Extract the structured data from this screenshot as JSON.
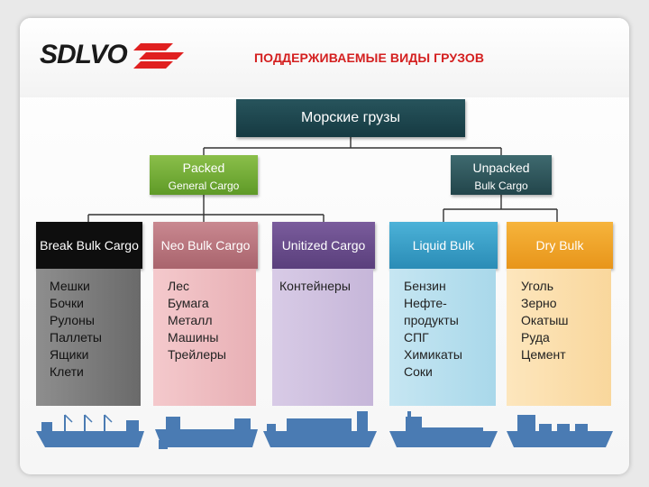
{
  "header": {
    "logo_text": "SDLVO",
    "title": "ПОДДЕРЖИВАЕМЫЕ ВИДЫ ГРУЗОВ"
  },
  "root": {
    "label": "Морские грузы"
  },
  "packed": {
    "label": "Packed",
    "sublabel": "General Cargo"
  },
  "unpacked": {
    "label": "Unpacked",
    "sublabel": "Bulk Cargo"
  },
  "columns": [
    {
      "title": "Break Bulk Cargo",
      "items": [
        "Мешки",
        "Бочки",
        "Рулоны",
        "Паллеты",
        "Ящики",
        "Клети"
      ]
    },
    {
      "title": "Neo Bulk Cargo",
      "items": [
        "Лес",
        "Бумага",
        "Металл",
        "Машины",
        "Трейлеры"
      ]
    },
    {
      "title": "Unitized Cargo",
      "items": [
        "Контейнеры"
      ]
    },
    {
      "title": "Liquid Bulk",
      "items": [
        "Бензин",
        "Нефте-",
        "продукты",
        "СПГ",
        "Химикаты",
        "Соки"
      ]
    },
    {
      "title": "Dry Bulk",
      "items": [
        "Уголь",
        "Зерно",
        "Окатыш",
        "Руда",
        "Цемент"
      ]
    }
  ],
  "colors": {
    "title_red": "#d42020",
    "root": "#1f4a52",
    "packed": "#76ad38",
    "unpacked": "#2f575d",
    "col_black": "#111111",
    "col_pink": "#c07c84",
    "col_purple": "#6a4d8e",
    "col_blue": "#3ba0c8",
    "col_orange": "#f0a62a",
    "ship": "#4a7bb3"
  },
  "icons": [
    "ship-general-cargo-icon",
    "ship-bulk-carrier-icon",
    "ship-container-icon",
    "ship-tanker-icon",
    "ship-dry-bulk-icon"
  ]
}
